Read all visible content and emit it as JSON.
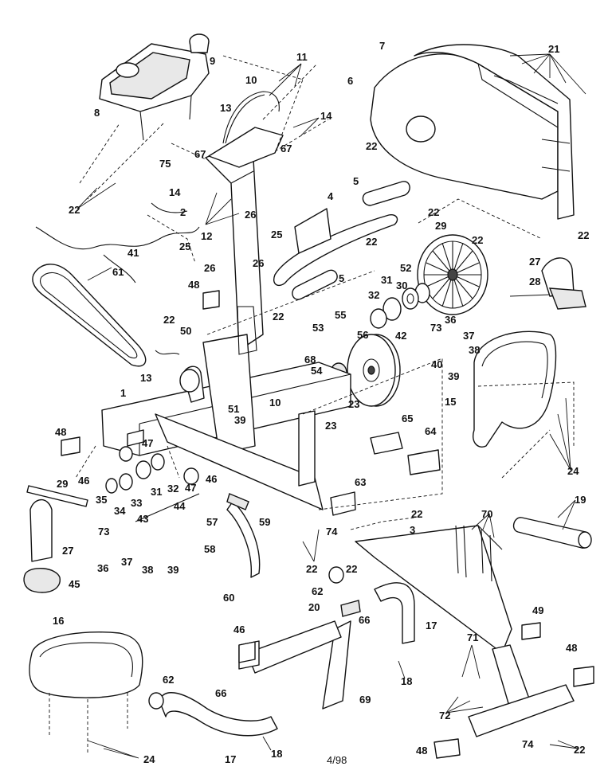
{
  "diagram": {
    "footer_date": "4/98",
    "callouts": [
      {
        "id": "c9",
        "text": "9"
      },
      {
        "id": "c11",
        "text": "11"
      },
      {
        "id": "c10a",
        "text": "10"
      },
      {
        "id": "c13a",
        "text": "13"
      },
      {
        "id": "c14a",
        "text": "14"
      },
      {
        "id": "c67a",
        "text": "67"
      },
      {
        "id": "c67b",
        "text": "67"
      },
      {
        "id": "c8",
        "text": "8"
      },
      {
        "id": "c75",
        "text": "75"
      },
      {
        "id": "c14b",
        "text": "14"
      },
      {
        "id": "c22a",
        "text": "22"
      },
      {
        "id": "c2",
        "text": "2"
      },
      {
        "id": "c12",
        "text": "12"
      },
      {
        "id": "c7",
        "text": "7"
      },
      {
        "id": "c21",
        "text": "21"
      },
      {
        "id": "c6",
        "text": "6"
      },
      {
        "id": "c22b",
        "text": "22"
      },
      {
        "id": "c5a",
        "text": "5"
      },
      {
        "id": "c4",
        "text": "4"
      },
      {
        "id": "c22c",
        "text": "22"
      },
      {
        "id": "c22d",
        "text": "22"
      },
      {
        "id": "c22e",
        "text": "22"
      },
      {
        "id": "c22f",
        "text": "22"
      },
      {
        "id": "c26a",
        "text": "26"
      },
      {
        "id": "c25a",
        "text": "25"
      },
      {
        "id": "c25b",
        "text": "25"
      },
      {
        "id": "c26b",
        "text": "26"
      },
      {
        "id": "c26c",
        "text": "26"
      },
      {
        "id": "c41",
        "text": "41"
      },
      {
        "id": "c61",
        "text": "61"
      },
      {
        "id": "c29a",
        "text": "29"
      },
      {
        "id": "c27a",
        "text": "27"
      },
      {
        "id": "c28",
        "text": "28"
      },
      {
        "id": "c52",
        "text": "52"
      },
      {
        "id": "c31a",
        "text": "31"
      },
      {
        "id": "c30",
        "text": "30"
      },
      {
        "id": "c5b",
        "text": "5"
      },
      {
        "id": "c48a",
        "text": "48"
      },
      {
        "id": "c22g",
        "text": "22"
      },
      {
        "id": "c32a",
        "text": "32"
      },
      {
        "id": "c55",
        "text": "55"
      },
      {
        "id": "c53",
        "text": "53"
      },
      {
        "id": "c56",
        "text": "56"
      },
      {
        "id": "c36a",
        "text": "36"
      },
      {
        "id": "c73a",
        "text": "73"
      },
      {
        "id": "c37a",
        "text": "37"
      },
      {
        "id": "c38a",
        "text": "38"
      },
      {
        "id": "c22h",
        "text": "22"
      },
      {
        "id": "c50",
        "text": "50"
      },
      {
        "id": "c42",
        "text": "42"
      },
      {
        "id": "c68",
        "text": "68"
      },
      {
        "id": "c54",
        "text": "54"
      },
      {
        "id": "c40",
        "text": "40"
      },
      {
        "id": "c39a",
        "text": "39"
      },
      {
        "id": "c13b",
        "text": "13"
      },
      {
        "id": "c15",
        "text": "15"
      },
      {
        "id": "c1",
        "text": "1"
      },
      {
        "id": "c10b",
        "text": "10"
      },
      {
        "id": "c23a",
        "text": "23"
      },
      {
        "id": "c51",
        "text": "51"
      },
      {
        "id": "c39b",
        "text": "39"
      },
      {
        "id": "c23b",
        "text": "23"
      },
      {
        "id": "c48b",
        "text": "48"
      },
      {
        "id": "c47a",
        "text": "47"
      },
      {
        "id": "c65",
        "text": "65"
      },
      {
        "id": "c64",
        "text": "64"
      },
      {
        "id": "c24a",
        "text": "24"
      },
      {
        "id": "c46a",
        "text": "46"
      },
      {
        "id": "c47b",
        "text": "47"
      },
      {
        "id": "c46b",
        "text": "46"
      },
      {
        "id": "c29b",
        "text": "29"
      },
      {
        "id": "c35a",
        "text": "35"
      },
      {
        "id": "c34",
        "text": "34"
      },
      {
        "id": "c33",
        "text": "33"
      },
      {
        "id": "c31b",
        "text": "31"
      },
      {
        "id": "c32b",
        "text": "32"
      },
      {
        "id": "c63",
        "text": "63"
      },
      {
        "id": "c44",
        "text": "44"
      },
      {
        "id": "c22i",
        "text": "22"
      },
      {
        "id": "c70",
        "text": "70"
      },
      {
        "id": "c19",
        "text": "19"
      },
      {
        "id": "c3",
        "text": "3"
      },
      {
        "id": "c57",
        "text": "57"
      },
      {
        "id": "c59",
        "text": "59"
      },
      {
        "id": "c74a",
        "text": "74"
      },
      {
        "id": "c43",
        "text": "43"
      },
      {
        "id": "c73b",
        "text": "73"
      },
      {
        "id": "c27b",
        "text": "27"
      },
      {
        "id": "c58",
        "text": "58"
      },
      {
        "id": "c22j",
        "text": "22"
      },
      {
        "id": "c22k",
        "text": "22"
      },
      {
        "id": "c36b",
        "text": "36"
      },
      {
        "id": "c37b",
        "text": "37"
      },
      {
        "id": "c38b",
        "text": "38"
      },
      {
        "id": "c39c",
        "text": "39"
      },
      {
        "id": "c45",
        "text": "45"
      },
      {
        "id": "c60",
        "text": "60"
      },
      {
        "id": "c62a",
        "text": "62"
      },
      {
        "id": "c20",
        "text": "20"
      },
      {
        "id": "c17a",
        "text": "17"
      },
      {
        "id": "c66a",
        "text": "66"
      },
      {
        "id": "c49",
        "text": "49"
      },
      {
        "id": "c16",
        "text": "16"
      },
      {
        "id": "c46c",
        "text": "46"
      },
      {
        "id": "c18a",
        "text": "18"
      },
      {
        "id": "c71",
        "text": "71"
      },
      {
        "id": "c48c",
        "text": "48"
      },
      {
        "id": "c62b",
        "text": "62"
      },
      {
        "id": "c69",
        "text": "69"
      },
      {
        "id": "c72",
        "text": "72"
      },
      {
        "id": "c66b",
        "text": "66"
      },
      {
        "id": "c18b",
        "text": "18"
      },
      {
        "id": "c24b",
        "text": "24"
      },
      {
        "id": "c17b",
        "text": "17"
      },
      {
        "id": "c74b",
        "text": "74"
      },
      {
        "id": "c22l",
        "text": "22"
      },
      {
        "id": "c48d",
        "text": "48"
      }
    ]
  }
}
